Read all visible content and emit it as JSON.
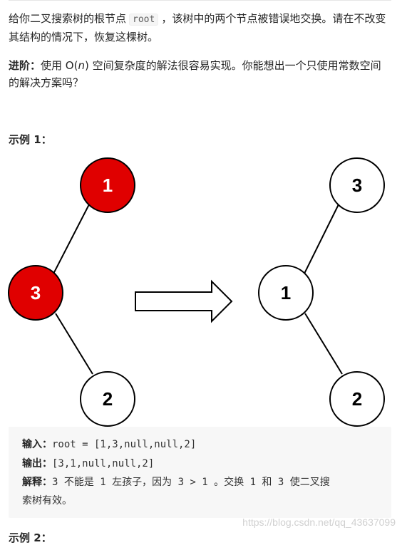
{
  "problem": {
    "p1_a": "给你二叉搜索树的根节点",
    "p1_code": "root",
    "p1_b": "，该树中的两个节点被错误地交换。请在不改变其结构的情况下，恢复这棵树。",
    "p2_label": "进阶：",
    "p2_a": "使用 O(",
    "p2_n": "n",
    "p2_b": ") 空间复杂度的解法很容易实现。你能想出一个只使用常数空间的解决方案吗？"
  },
  "example1": {
    "title": "示例 1：",
    "before_tree": {
      "root": "1",
      "left": "3",
      "left_right": "2"
    },
    "after_tree": {
      "root": "3",
      "left": "1",
      "left_right": "2"
    },
    "input_label": "输入：",
    "input_value": "root = [1,3,null,null,2]",
    "output_label": "输出：",
    "output_value": "[3,1,null,null,2]",
    "explain_label": "解释：",
    "explain_line1": "3 不能是 1 左孩子，因为 3 > 1 。交换 1 和 3 使二叉搜",
    "explain_line2": "索树有效。"
  },
  "example2": {
    "title": "示例 2："
  },
  "watermark": "https://blog.csdn.net/qq_43637099",
  "colors": {
    "highlight_node": "#e00000",
    "normal_node": "#ffffff"
  }
}
